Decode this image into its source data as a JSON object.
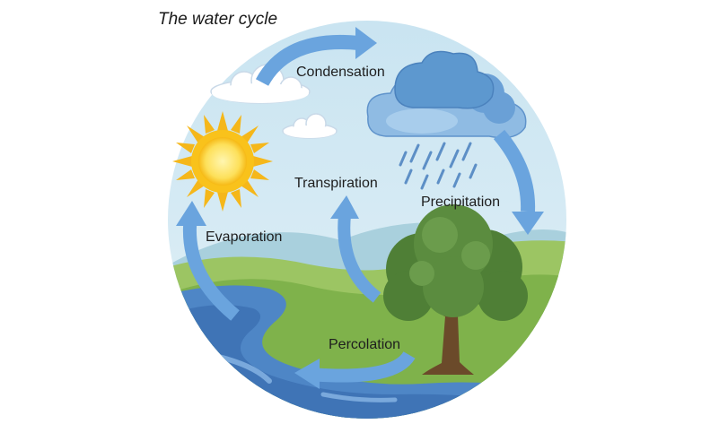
{
  "diagram": {
    "title": "The water cycle",
    "stages": {
      "condensation": "Condensation",
      "precipitation": "Precipitation",
      "transpiration": "Transpiration",
      "evaporation": "Evaporation",
      "percolation": "Percolation"
    }
  },
  "elements": {
    "sun": "sun-icon",
    "rain_cloud": "rain-cloud-icon",
    "clouds": "cloud-icon",
    "tree": "tree-icon",
    "river": "river",
    "arrows": "cycle-arrow"
  },
  "colors": {
    "sky": "#d3e9f3",
    "arrow": "#6aa4de",
    "grass": "#78ad4a",
    "water": "#4e86c6",
    "sun": "#f9c21b",
    "tree": "#4f7f36",
    "rain_cloud": "#5d98cf"
  }
}
